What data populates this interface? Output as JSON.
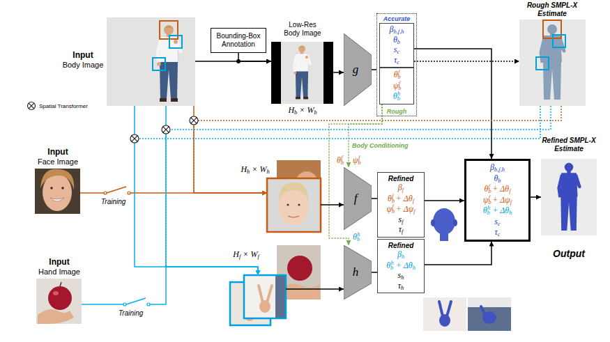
{
  "diagram": {
    "nodes": [
      {
        "text": [
          "Input",
          "Body Image"
        ]
      },
      {
        "text": [
          "Bounding-Box Annotation"
        ]
      },
      {
        "text": [
          "Low-Res Body Image",
          "Hb × Wb"
        ]
      },
      {
        "text": [
          "g"
        ]
      },
      {
        "text": [
          "Accurate",
          "Rough"
        ]
      },
      {
        "text": [
          "βb,f,h",
          "θb",
          "sc",
          "τc"
        ],
        "in": 4
      },
      {
        "text": [
          "θbf",
          "ψbf",
          "θbh"
        ],
        "in": 4
      },
      {
        "text": [
          "Rough SMPL-X Estimate"
        ]
      },
      {
        "text": [
          "Input",
          "Face Image"
        ]
      },
      {
        "text": [
          "Input",
          "Hand Image"
        ]
      },
      {
        "text": [
          "Hh × Wh"
        ]
      },
      {
        "text": [
          "f"
        ]
      },
      {
        "text": [
          "Refined",
          "βf",
          "θbf + Δθf",
          "ψbf + Δψf",
          "sf",
          "τf"
        ]
      },
      {
        "text": [
          "Hf × Wf"
        ]
      },
      {
        "text": [
          "h"
        ]
      },
      {
        "text": [
          "Refined",
          "βh",
          "θbh + Δθh",
          "sh",
          "τh"
        ]
      },
      {
        "text": [
          "βb,f,h",
          "θb",
          "θbf + Δθf",
          "ψbf + Δψf",
          "θbh + Δθh",
          "sc",
          "τc"
        ]
      },
      {
        "text": [
          "Refined SMPL-X Estimate",
          "Output"
        ]
      }
    ],
    "edges": [
      {
        "from": 0,
        "to": 2,
        "arrow": "to"
      },
      {
        "from": 1,
        "to": 2,
        "arrow": "to"
      },
      {
        "from": 2,
        "to": 3,
        "arrow": "to"
      },
      {
        "from": 3,
        "to": 4,
        "arrow": "none"
      },
      {
        "from": 5,
        "to": 16,
        "arrow": "to"
      },
      {
        "from": 5,
        "to": 7,
        "arrow": "to"
      },
      {
        "from": 6,
        "to": 11,
        "arrow": "to"
      },
      {
        "from": 6,
        "to": 14,
        "arrow": "to"
      },
      {
        "from": 0,
        "to": 10,
        "arrow": "to"
      },
      {
        "from": 7,
        "to": 10,
        "arrow": "to"
      },
      {
        "from": 8,
        "to": 10,
        "arrow": "to"
      },
      {
        "from": 0,
        "to": 13,
        "arrow": "to"
      },
      {
        "from": 7,
        "to": 13,
        "arrow": "to"
      },
      {
        "from": 9,
        "to": 13,
        "arrow": "to"
      },
      {
        "from": 10,
        "to": 11,
        "arrow": "to"
      },
      {
        "from": 11,
        "to": 12,
        "arrow": "none"
      },
      {
        "from": 13,
        "to": 14,
        "arrow": "to"
      },
      {
        "from": 14,
        "to": 15,
        "arrow": "none"
      },
      {
        "from": 12,
        "to": 16,
        "arrow": "to"
      },
      {
        "from": 15,
        "to": 16,
        "arrow": "to"
      },
      {
        "from": 16,
        "to": 17,
        "arrow": "to"
      }
    ],
    "labels": [
      "Training",
      "Training",
      "Body Conditioning",
      "θbf",
      "ψbf",
      "θbh"
    ],
    "legend": [
      {
        "text": "Spatial Transformer"
      }
    ]
  }
}
